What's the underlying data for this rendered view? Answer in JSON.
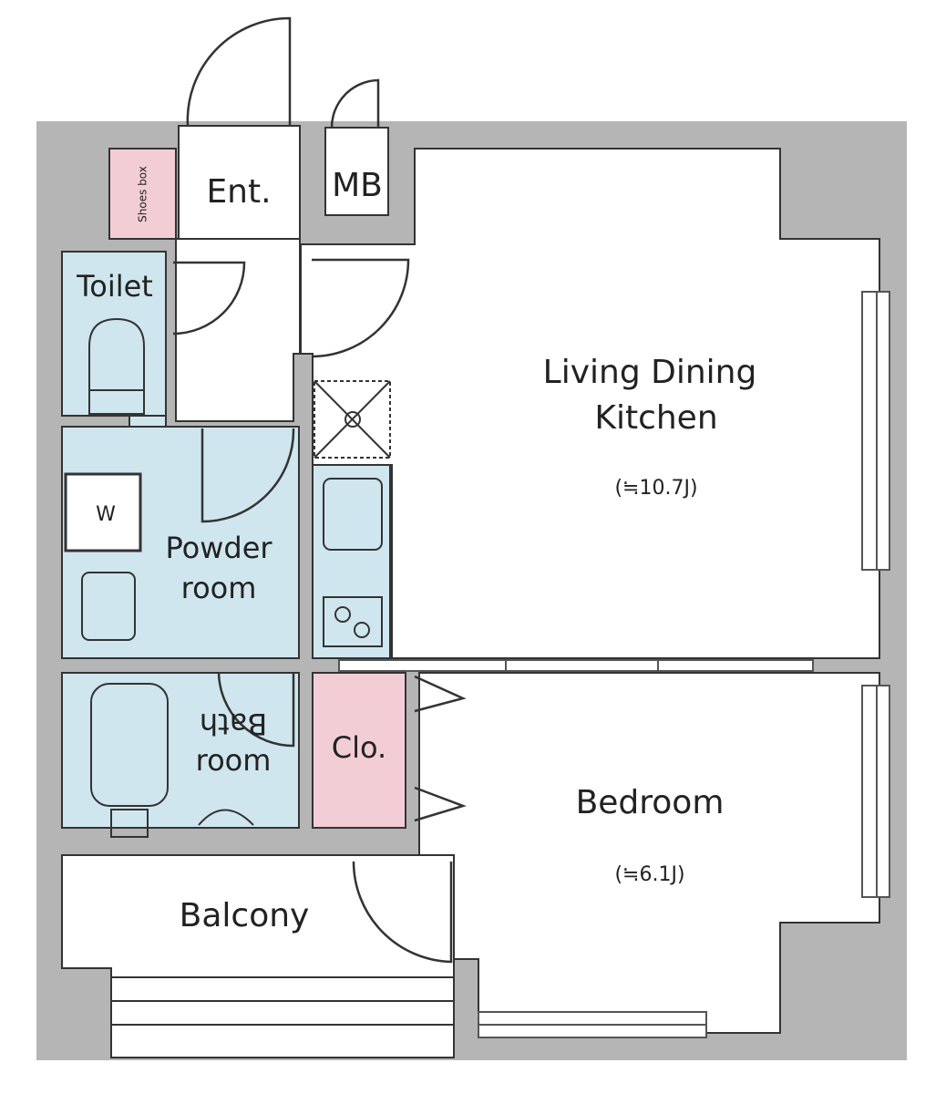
{
  "rooms": {
    "entrance": "Ent.",
    "meter_box": "MB",
    "toilet": "Toilet",
    "ldk_line1": "Living Dining",
    "ldk_line2": "Kitchen",
    "ldk_area": "(≒10.7J)",
    "washer": "W",
    "powder_line1": "Powder",
    "powder_line2": "room",
    "bath_line1": "Bath",
    "bath_line2": "room",
    "closet": "Clo.",
    "bedroom": "Bedroom",
    "bedroom_area": "(≒6.1J)",
    "balcony": "Balcony",
    "shoe_storage": "Shoes box"
  },
  "colors": {
    "wall": "#b5b5b5",
    "wet_area": "#cfe6ee",
    "storage": "#f3cdd6",
    "outline": "#333333",
    "background": "#ffffff"
  }
}
